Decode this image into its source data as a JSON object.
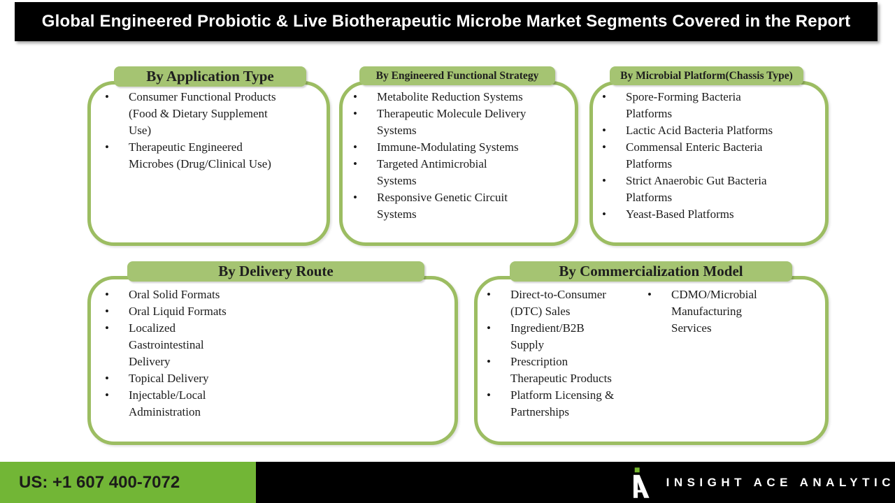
{
  "banner": {
    "title": "Global Engineered Probiotic & Live Biotherapeutic Microbe Market Segments Covered in the Report"
  },
  "segments": [
    {
      "title": "By Application Type",
      "items": [
        "Consumer Functional Products\n(Food & Dietary Supplement\nUse)",
        "Therapeutic Engineered\nMicrobes (Drug/Clinical Use)"
      ]
    },
    {
      "title": "By Engineered Functional Strategy",
      "items": [
        "Metabolite Reduction Systems",
        "Therapeutic Molecule Delivery\nSystems",
        "Immune-Modulating Systems",
        "Targeted Antimicrobial\nSystems",
        "Responsive Genetic Circuit\nSystems"
      ]
    },
    {
      "title": "By Microbial Platform(Chassis Type)",
      "items": [
        "Spore-Forming Bacteria\nPlatforms",
        "Lactic Acid Bacteria Platforms",
        "Commensal Enteric Bacteria\nPlatforms",
        "Strict Anaerobic Gut Bacteria\nPlatforms",
        "Yeast-Based Platforms"
      ]
    },
    {
      "title": "By Delivery Route",
      "items": [
        "Oral Solid Formats",
        "Oral Liquid Formats",
        "Localized\nGastrointestinal\nDelivery",
        "Topical Delivery",
        "Injectable/Local\nAdministration"
      ]
    },
    {
      "title": "By Commercialization Model",
      "items_col1": [
        "Direct-to-Consumer\n(DTC) Sales",
        "Ingredient/B2B\nSupply",
        "Prescription\nTherapeutic Products",
        "Platform Licensing &\nPartnerships"
      ],
      "items_col2": [
        "CDMO/Microbial\nManufacturing\nServices"
      ]
    }
  ],
  "footer": {
    "phone": "US: +1 607 400-7072",
    "brand": "INSIGHT ACE ANALYTIC",
    "logo": "insight-ace-logo"
  },
  "colors": {
    "banner_bg": "#000000",
    "banner_text": "#ffffff",
    "box_border_green": "#9cbd62",
    "header_tab_green": "#a5c472",
    "footer_green": "#72b636",
    "footer_black": "#000000",
    "logo_square_green": "#74b52c",
    "body_text": "#1b1b1b"
  }
}
